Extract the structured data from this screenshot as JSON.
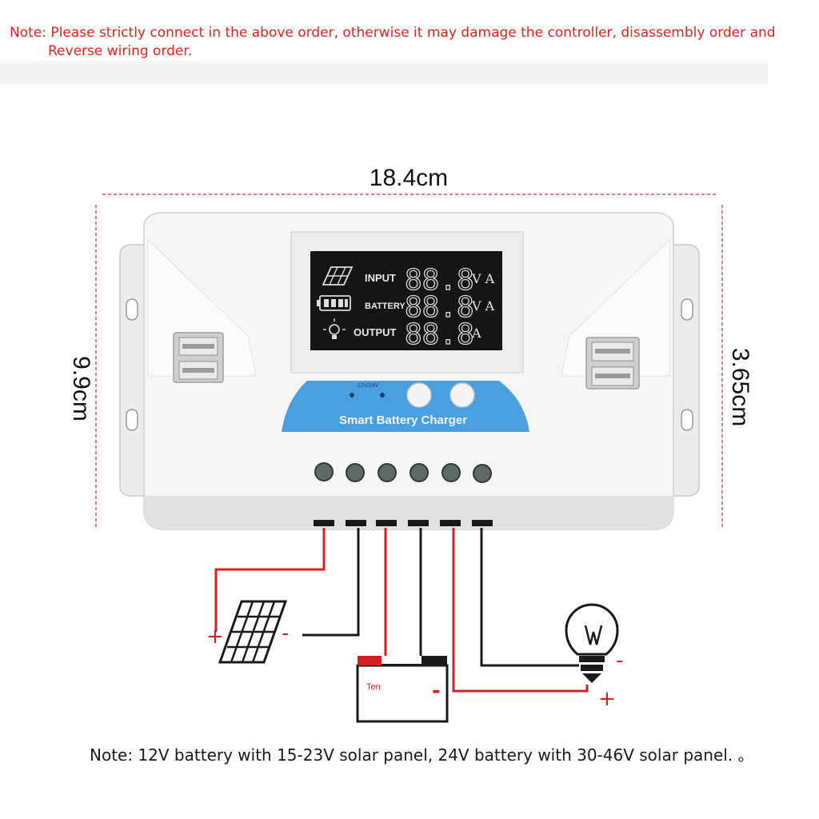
{
  "notes": {
    "top_line1": "Note: Please strictly connect in the above order, otherwise it may damage the controller, disassembly order and",
    "top_line2": "Reverse wiring order.",
    "bottom": "Note: 12V battery with 15-23V solar panel, 24V battery with 30-46V solar panel. 。"
  },
  "dimensions": {
    "width": "18.4cm",
    "height_left": "9.9cm",
    "height_right": "3.65cm"
  },
  "display": {
    "input_label": "INPUT",
    "battery_label": "BATTERY",
    "output_label": "OUTPUT",
    "digits": "88.8",
    "unit_va": "V A",
    "unit_a": "A"
  },
  "panel": {
    "mode_label": "12V/24V",
    "brand_label": "Smart Battery Charger"
  },
  "wiring": {
    "plus": "+",
    "minus": "-",
    "battery_label": "Ten"
  },
  "colors": {
    "red_wire": "#d42020",
    "black_wire": "#1a1a1a",
    "accent_blue": "#4a9fe0",
    "note_red": "#e0261e"
  }
}
